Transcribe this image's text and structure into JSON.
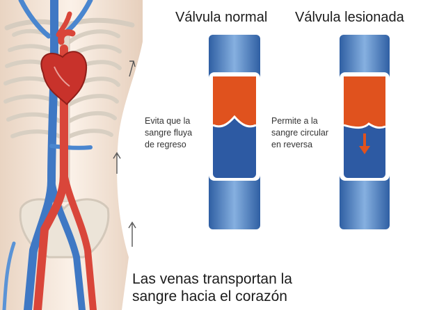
{
  "titles": {
    "normal": "Válvula normal",
    "damaged": "Válvula lesionada"
  },
  "notes": {
    "normal": "Evita que la\nsangre fluya\nde regreso",
    "damaged": "Permite a la\nsangre circular\nen reversa"
  },
  "caption": "Las venas transportan la\nsangre hacia el corazón",
  "colors": {
    "vein_blue": "#3f6fb5",
    "vein_light": "#7ea7d9",
    "blood_red": "#e0521e",
    "artery_red": "#d9463a",
    "heart": "#c8322b",
    "skin": "#f3e3d3",
    "bone": "#ece6dc"
  }
}
